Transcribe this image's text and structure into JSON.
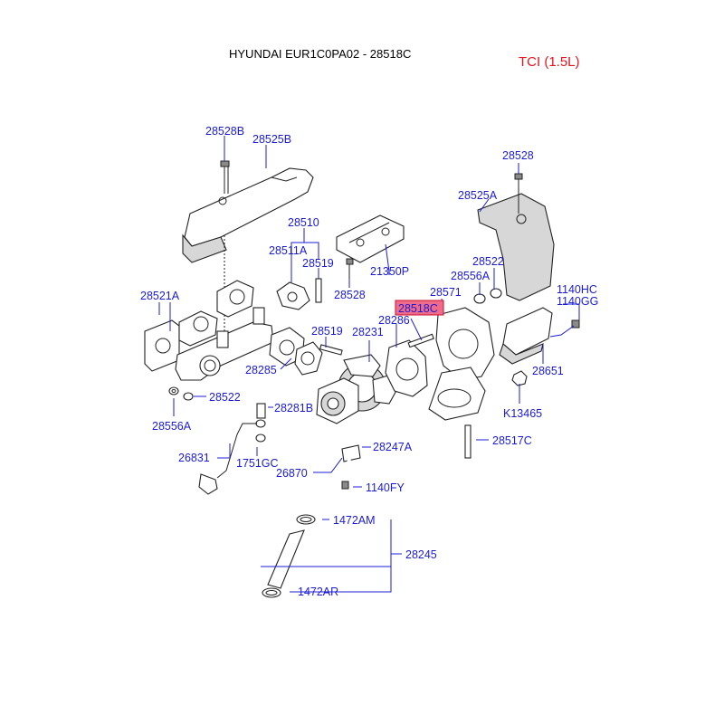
{
  "header": {
    "title": "HYUNDAI EUR1C0PA02 - 28518C",
    "engine": "TCI (1.5L)"
  },
  "highlight_color": "#f06b8a",
  "label_color": "#1b1bd6",
  "labels": {
    "p28528B": "28528B",
    "p28525B": "28525B",
    "p28510": "28510",
    "p28511A": "28511A",
    "p28519_top": "28519",
    "p28521A": "28521A",
    "p28519_mid": "28519",
    "p28285": "28285",
    "p28522_left": "28522",
    "p28556A_left": "28556A",
    "p28281B": "28281B",
    "p26831": "26831",
    "p1751GC": "1751GC",
    "p26870": "26870",
    "p28247A": "28247A",
    "p1140FY": "1140FY",
    "p1472AM": "1472AM",
    "p28245": "28245",
    "p1472AR": "1472AR",
    "p21350P": "21350P",
    "p28528_mid": "28528",
    "p28518C": "28518C",
    "p28286": "28286",
    "p28231": "28231",
    "p28571": "28571",
    "p28556A_right": "28556A",
    "p28522_right": "28522",
    "p28525A": "28525A",
    "p28528_top": "28528",
    "p1140HC": "1140HC",
    "p1140GG": "1140GG",
    "p28651": "28651",
    "pK13465": "K13465",
    "p28517C": "28517C"
  }
}
